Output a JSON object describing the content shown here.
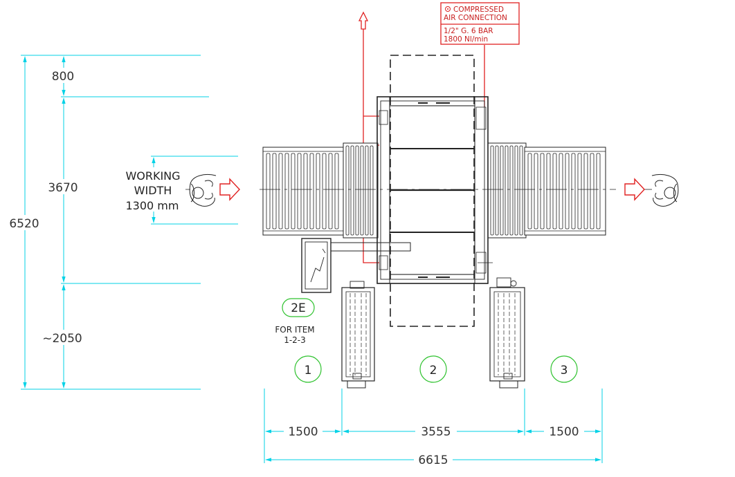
{
  "colors": {
    "dimension": "#00d2e6",
    "machine": "#222222",
    "air": "#e02020",
    "item_circle": "#2ec22e",
    "background": "#ffffff"
  },
  "dimensions": {
    "vertical": {
      "top": "800",
      "middle": "3670",
      "bottom": "~2050",
      "total": "6520"
    },
    "horizontal": {
      "left": "1500",
      "center": "3555",
      "right": "1500",
      "total": "6615"
    }
  },
  "working_width": {
    "line1": "WORKING",
    "line2": "WIDTH",
    "line3": "1300  mm"
  },
  "air_connection": {
    "line1": "COMPRESSED",
    "line2": "AIR  CONNECTION",
    "line3": "1/2\"  G.   6  BAR",
    "line4": "1800  Nl/min"
  },
  "panel": {
    "tag": "2E",
    "note_line1": "FOR  ITEM",
    "note_line2": "1-2-3"
  },
  "items": [
    "1",
    "2",
    "3"
  ],
  "icons": [
    "operator-left-icon",
    "flow-arrow-in-icon",
    "flow-arrow-out-icon",
    "operator-right-icon",
    "air-outlet-arrow-icon",
    "air-symbol-icon"
  ]
}
